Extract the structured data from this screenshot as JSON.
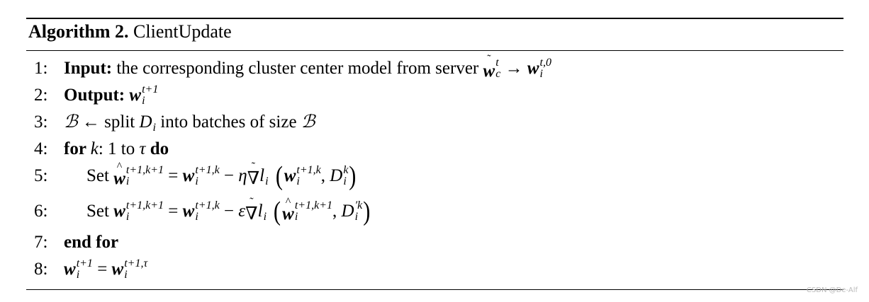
{
  "title": {
    "label": "Algorithm 2.",
    "name": " ClientUpdate"
  },
  "lines": [
    {
      "num": "1:",
      "indent": false,
      "segments": [
        {
          "t": "b",
          "v": "Input:"
        },
        {
          "t": "n",
          "v": " the corresponding cluster center model from server "
        },
        {
          "t": "s",
          "base": "w",
          "style": "bm",
          "acc": "˜",
          "sup": "t",
          "sub": "c"
        },
        {
          "t": "n",
          "v": " → "
        },
        {
          "t": "s",
          "base": "w",
          "style": "bm",
          "sup": "t,0",
          "sub": "i"
        }
      ]
    },
    {
      "num": "2:",
      "indent": false,
      "segments": [
        {
          "t": "b",
          "v": "Output: "
        },
        {
          "t": "s",
          "base": "w",
          "style": "bm",
          "sup": "t+1",
          "sub": "i"
        }
      ]
    },
    {
      "num": "3:",
      "indent": false,
      "segments": [
        {
          "t": "m",
          "v": "ℬ"
        },
        {
          "t": "n",
          "v": " ← split "
        },
        {
          "t": "s",
          "base": "D",
          "style": "m",
          "sub": "i"
        },
        {
          "t": "n",
          "v": " into batches of size "
        },
        {
          "t": "m",
          "v": "ℬ"
        }
      ]
    },
    {
      "num": "4:",
      "indent": false,
      "segments": [
        {
          "t": "b",
          "v": "for "
        },
        {
          "t": "m",
          "v": "k"
        },
        {
          "t": "n",
          "v": ": 1 to "
        },
        {
          "t": "m",
          "v": "τ"
        },
        {
          "t": "n",
          "v": " "
        },
        {
          "t": "b",
          "v": "do"
        }
      ]
    },
    {
      "num": "5:",
      "indent": true,
      "segments": [
        {
          "t": "n",
          "v": "Set "
        },
        {
          "t": "s",
          "base": "w",
          "style": "bm",
          "acc": "^",
          "sup": "t+1,k+1",
          "sub": "i"
        },
        {
          "t": "n",
          "v": " = "
        },
        {
          "t": "s",
          "base": "w",
          "style": "bm",
          "sup": "t+1,k",
          "sub": "i"
        },
        {
          "t": "n",
          "v": " − "
        },
        {
          "t": "m",
          "v": "η"
        },
        {
          "t": "s",
          "base": "∇",
          "style": "n",
          "acc": "˜"
        },
        {
          "t": "s",
          "base": "l",
          "style": "m",
          "sub": "i"
        },
        {
          "t": "big",
          "v": " ("
        },
        {
          "t": "s",
          "base": "w",
          "style": "bm",
          "sup": "t+1,k",
          "sub": "i"
        },
        {
          "t": "n",
          "v": ", "
        },
        {
          "t": "s",
          "base": "D",
          "style": "m",
          "sup": "k",
          "sub": "i"
        },
        {
          "t": "big",
          "v": ")"
        }
      ]
    },
    {
      "num": "6:",
      "indent": true,
      "segments": [
        {
          "t": "n",
          "v": "Set "
        },
        {
          "t": "s",
          "base": "w",
          "style": "bm",
          "sup": "t+1,k+1",
          "sub": "i"
        },
        {
          "t": "n",
          "v": " = "
        },
        {
          "t": "s",
          "base": "w",
          "style": "bm",
          "sup": "t+1,k",
          "sub": "i"
        },
        {
          "t": "n",
          "v": " − "
        },
        {
          "t": "m",
          "v": "ε"
        },
        {
          "t": "s",
          "base": "∇",
          "style": "n",
          "acc": "˜"
        },
        {
          "t": "s",
          "base": "l",
          "style": "m",
          "sub": "i"
        },
        {
          "t": "big",
          "v": " ("
        },
        {
          "t": "s",
          "base": "w",
          "style": "bm",
          "acc": "^",
          "sup": "t+1,k+1",
          "sub": "i"
        },
        {
          "t": "n",
          "v": ", "
        },
        {
          "t": "s",
          "base": "D",
          "style": "m",
          "sup": "′k",
          "sub": "i"
        },
        {
          "t": "big",
          "v": ")"
        }
      ]
    },
    {
      "num": "7:",
      "indent": false,
      "segments": [
        {
          "t": "b",
          "v": "end for"
        }
      ]
    },
    {
      "num": "8:",
      "indent": false,
      "segments": [
        {
          "t": "s",
          "base": "w",
          "style": "bm",
          "sup": "t+1",
          "sub": "i"
        },
        {
          "t": "n",
          "v": " = "
        },
        {
          "t": "s",
          "base": "w",
          "style": "bm",
          "sup": "t+1,τ",
          "sub": "i"
        }
      ]
    }
  ],
  "watermark": "CSDN @De-Alf"
}
